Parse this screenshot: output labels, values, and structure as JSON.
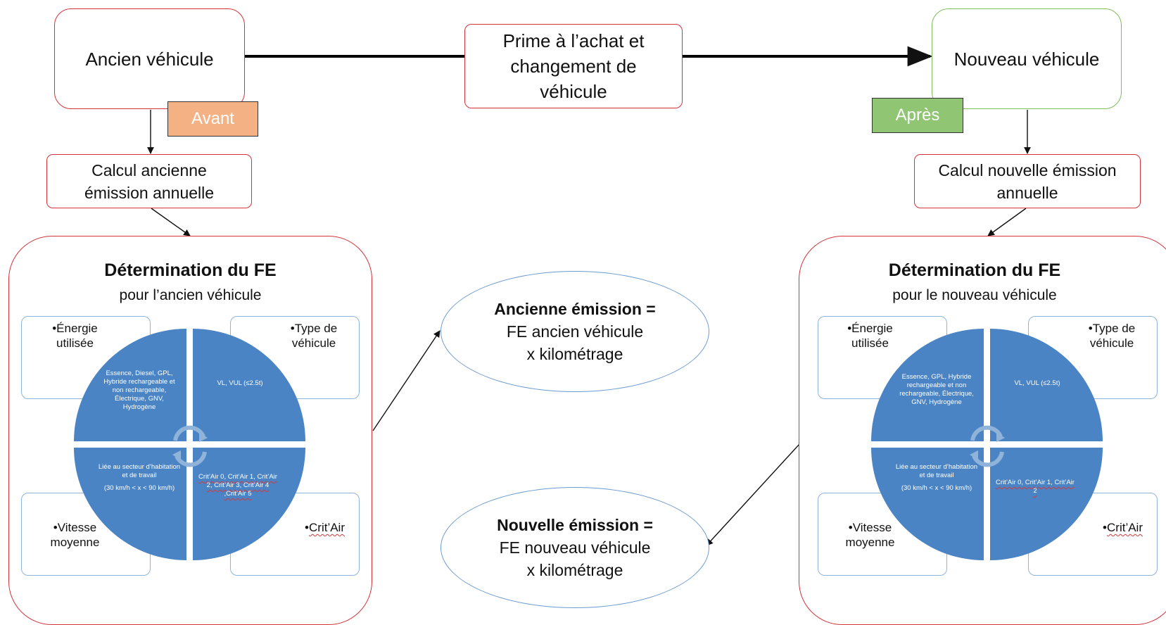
{
  "top": {
    "ancien_vehicule": "Ancien véhicule",
    "prime": "Prime à l’achat et changement de véhicule",
    "nouveau_vehicule": "Nouveau véhicule",
    "avant": "Avant",
    "apres": "Après"
  },
  "calc": {
    "ancienne": "Calcul ancienne émission annuelle",
    "nouvelle": "Calcul nouvelle émission annuelle"
  },
  "left_panel": {
    "title": "Détermination du FE",
    "subtitle": "pour l’ancien véhicule",
    "energie_label": "•Énergie utilisée",
    "type_label": "•Type de véhicule",
    "vitesse_label": "•Vitesse moyenne",
    "critair_label": "Crit’Air",
    "bullet": "•",
    "energie_values": "Essence, Diesel, GPL, Hybride rechargeable et non rechargeable, Électrique, GNV, Hydrogène",
    "type_values": "VL, VUL (≤2.5t)",
    "vitesse_values": "Liée au secteur d’habitation et de travail",
    "vitesse_range": "(30 km/h < x < 90 km/h)",
    "critair_values": "Crit’Air 0, Crit’Air 1, Crit’Air 2, Crit’Air 3, Crit’Air 4 ,Crit’Air 5"
  },
  "right_panel": {
    "title": "Détermination du FE",
    "subtitle": "pour le nouveau véhicule",
    "energie_label": "•Énergie utilisée",
    "type_label": "•Type de véhicule",
    "vitesse_label": "•Vitesse moyenne",
    "critair_label": "Crit’Air",
    "bullet": "•",
    "energie_values": "Essence, GPL, Hybride rechargeable et non rechargeable, Électrique, GNV, Hydrogène",
    "type_values": "VL, VUL (≤2.5t)",
    "vitesse_values": "Liée au secteur d’habitation et de travail",
    "vitesse_range": "(30 km/h < x < 90 km/h)",
    "critair_values": "Crit’Air 0, Crit’Air 1, Crit’Air 2"
  },
  "results": {
    "ancienne_title": "Ancienne émission =",
    "ancienne_line1": "FE ancien véhicule",
    "ancienne_line2": "x kilométrage",
    "nouvelle_title": "Nouvelle émission =",
    "nouvelle_line1": "FE nouveau véhicule",
    "nouvelle_line2": "x kilométrage"
  },
  "colors": {
    "red_border": "#d2343a",
    "green_border": "#7dbd5a",
    "avant_fill": "#f4b183",
    "apres_fill": "#8fc573",
    "quadrant_fill": "#4a84c4"
  }
}
